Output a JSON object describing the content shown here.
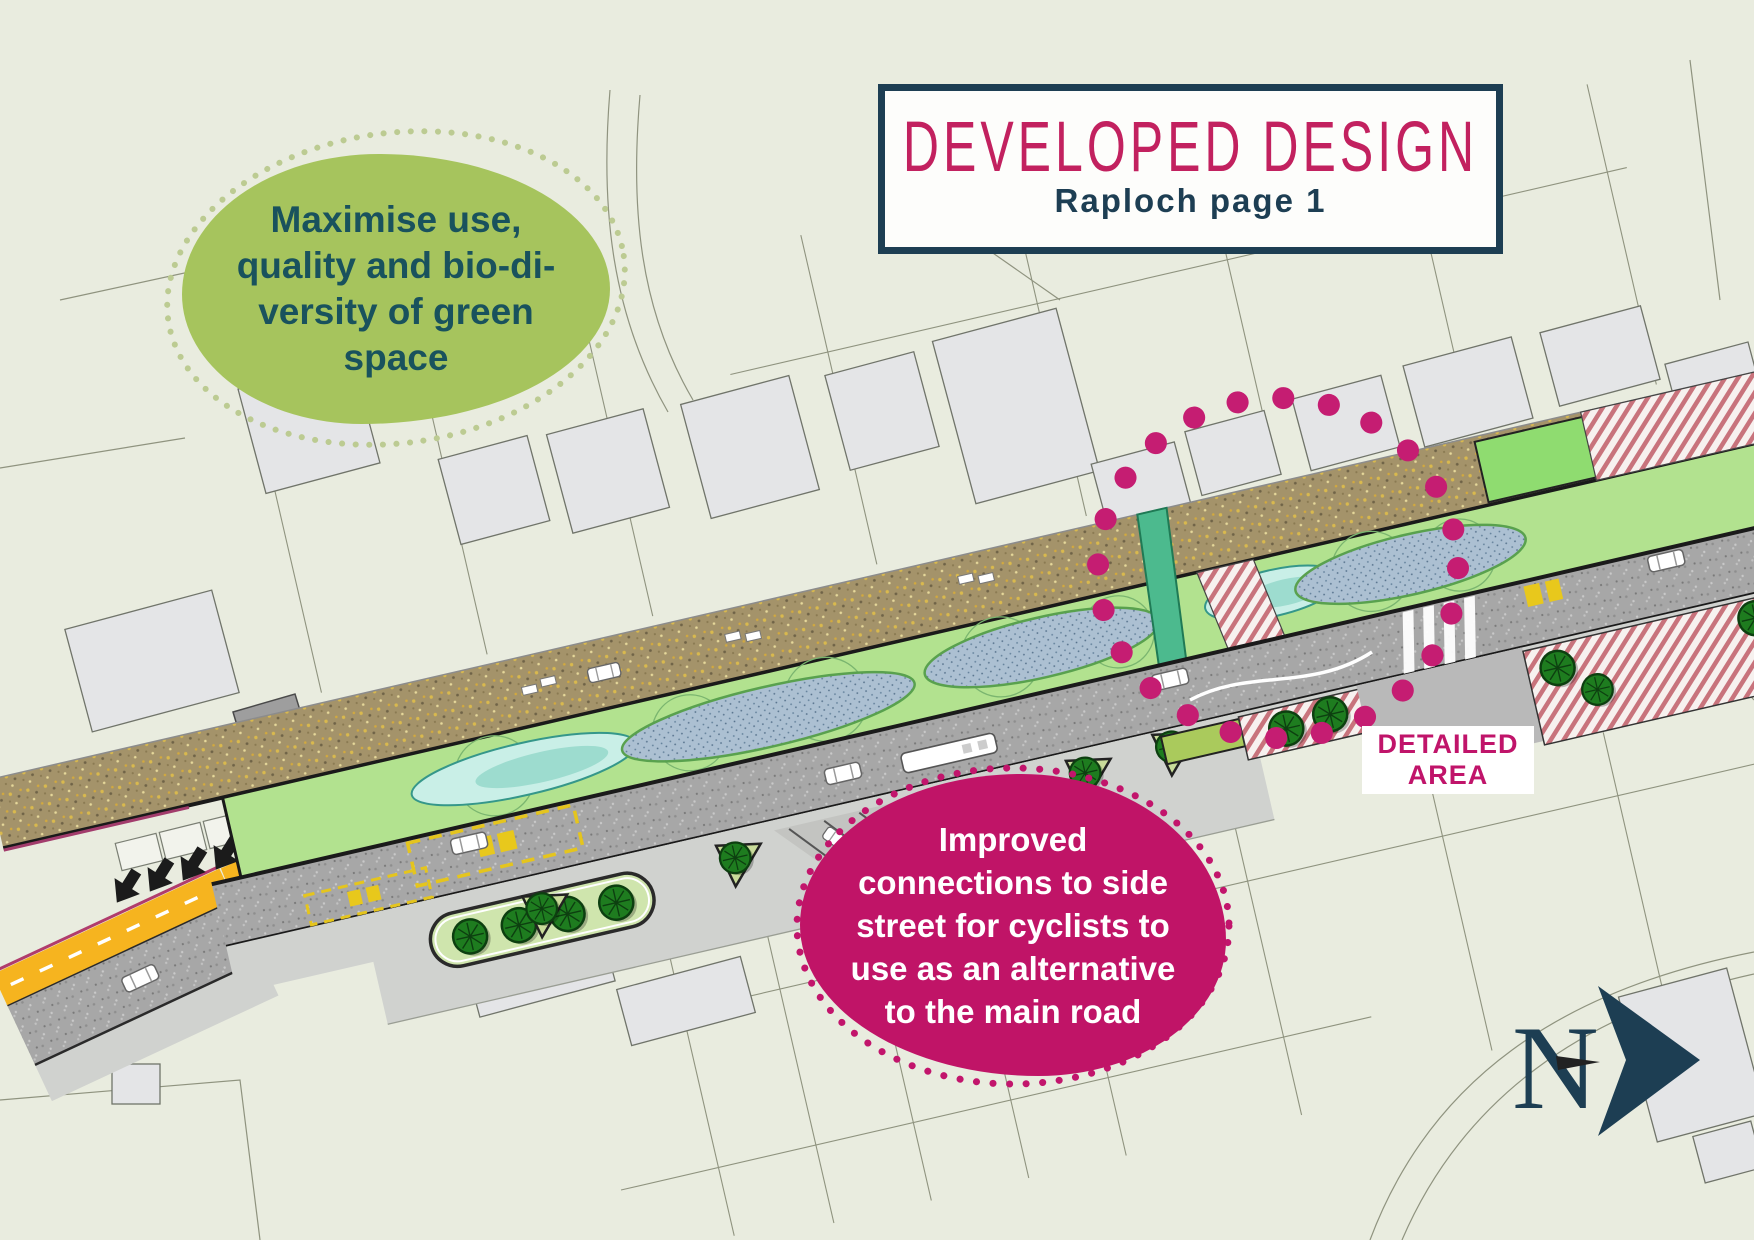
{
  "title_box": {
    "heading": "DEVELOPED DESIGN",
    "subtitle": "Raploch page 1"
  },
  "green_note": {
    "lines": [
      "Maximise use,",
      "quality and bio-di-",
      "versity of green",
      "space"
    ]
  },
  "pink_note": {
    "lines": [
      "Improved",
      "connections to side",
      "street for cyclists to",
      "use as an alternative",
      "to the main road"
    ]
  },
  "detailed_area": {
    "lines": [
      "DETAILED",
      "AREA"
    ]
  },
  "north": {
    "label": "N"
  },
  "colors": {
    "background": "#e9ecdf",
    "magenta": "#c0146a",
    "navy": "#1d3e53",
    "note_green": "#a6c45d",
    "note_text_teal": "#19525d",
    "road_gray": "#a7a7a7",
    "path_tan": "#a4936a",
    "verge_green": "#b2e28f",
    "cycle_route_yellow": "#f6b41f",
    "tree_green": "#1e7c1f"
  }
}
